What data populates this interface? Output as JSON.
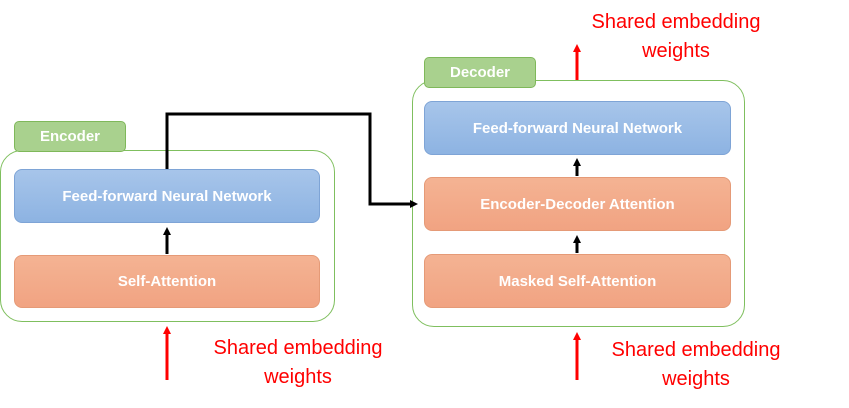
{
  "encoder": {
    "tab_label": "Encoder",
    "ffn_label": "Feed-forward Neural Network",
    "attention_label": "Self-Attention",
    "embedding_label_line1": "Shared embedding",
    "embedding_label_line2": "weights"
  },
  "decoder": {
    "tab_label": "Decoder",
    "ffn_label": "Feed-forward Neural Network",
    "cross_attention_label": "Encoder-Decoder Attention",
    "masked_attention_label": "Masked Self-Attention",
    "input_embedding_label_line1": "Shared embedding",
    "input_embedding_label_line2": "weights",
    "output_embedding_label_line1": "Shared embedding",
    "output_embedding_label_line2": "weights"
  },
  "colors": {
    "frame_border": "#7fbf5e",
    "tab_fill": "#a9d18e",
    "ffn_fill": "#8db3e2",
    "attention_fill": "#f1a382",
    "embedding_arrow": "#ff0000",
    "flow_arrow": "#000000"
  }
}
